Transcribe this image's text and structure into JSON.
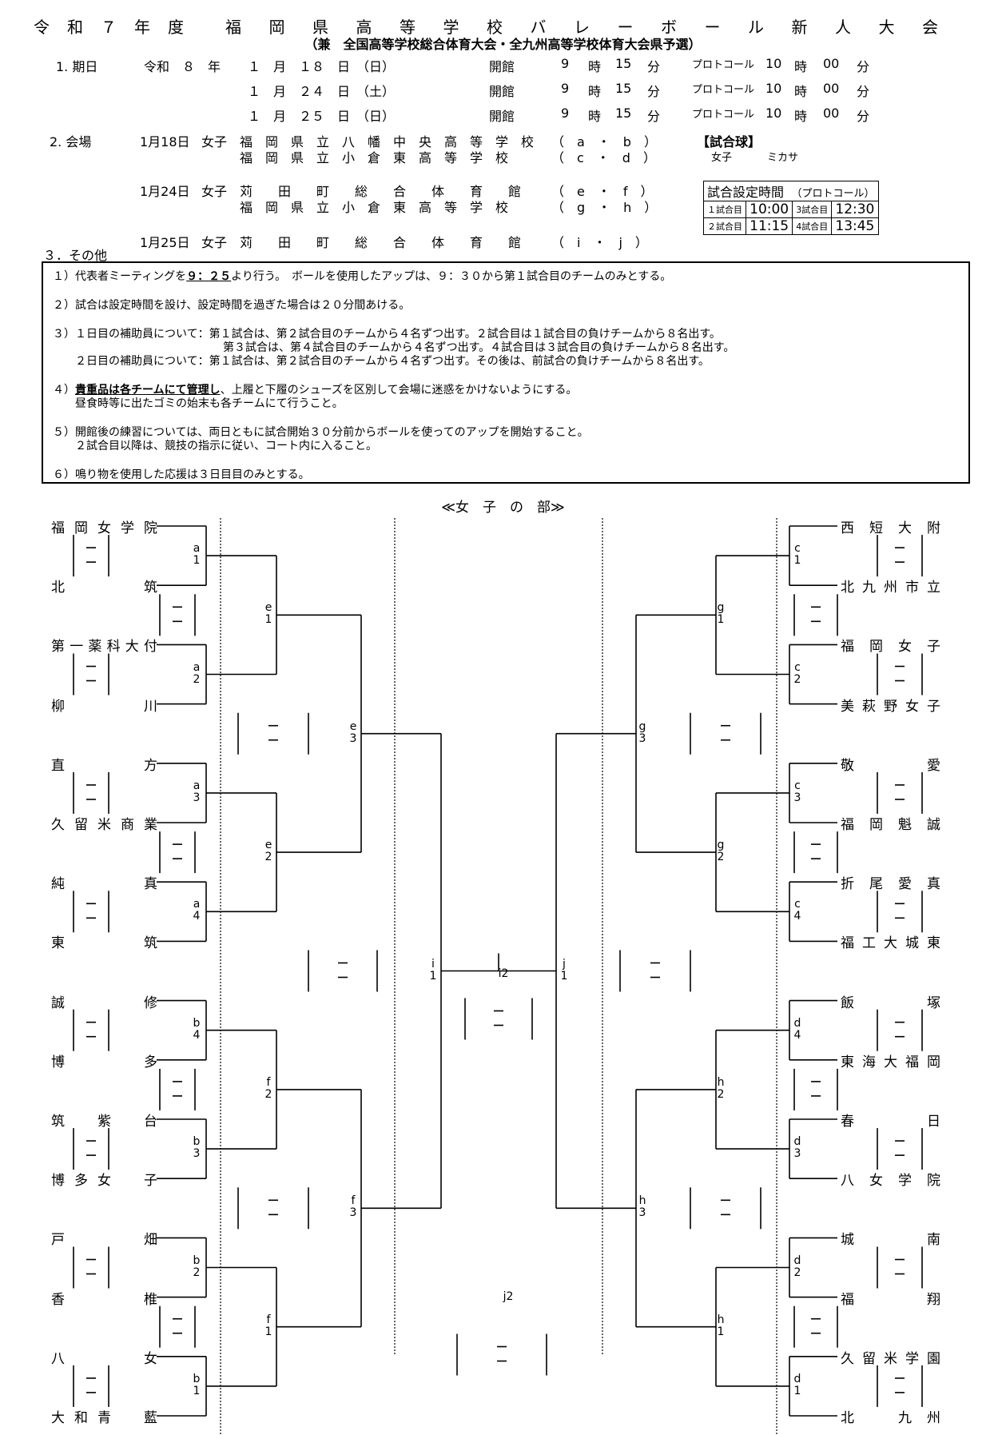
{
  "header": {
    "title_chars": [
      "令",
      "和",
      "７",
      "年",
      "度",
      "福",
      "岡",
      "県",
      "高",
      "等",
      "学",
      "校",
      "バ",
      "レ",
      "ー",
      "ボ",
      "ー",
      "ル",
      "新",
      "人",
      "大",
      "会"
    ],
    "subtitle": "（兼　全国高等学校総合体育大会・全九州高等学校体育大会県予選）"
  },
  "schedule": {
    "heading": "1. 期日",
    "era": "令和　８　年",
    "dates": [
      {
        "date": "１　月　１８　日　（日）",
        "open_label": "開館",
        "open_h": "9",
        "open_m": "15",
        "proto_label": "プロトコール",
        "proto_h": "10",
        "proto_m": "00"
      },
      {
        "date": "１　月　２４　日　（土）",
        "open_label": "開館",
        "open_h": "9",
        "open_m": "15",
        "proto_label": "プロトコール",
        "proto_h": "10",
        "proto_m": "00"
      },
      {
        "date": "１　月　２５　日　（日）",
        "open_label": "開館",
        "open_h": "9",
        "open_m": "15",
        "proto_label": "プロトコール",
        "proto_h": "10",
        "proto_m": "00"
      }
    ],
    "ji": "時",
    "fun": "分"
  },
  "venue": {
    "heading": "2. 会場",
    "rows": [
      {
        "day": "1月18日",
        "gender": "女子",
        "name": "福　岡　県　立　八　幡　中　央　高　等　学　校",
        "courts": "（　a　・　b　）"
      },
      {
        "day": "",
        "gender": "",
        "name": "福　岡　県　立　小　倉　東　高　等　学　校",
        "courts": "（　c　・　d　）"
      },
      {
        "day": "1月24日",
        "gender": "女子",
        "name": "苅　　田　　町　　総　　合　　体　　育　　館",
        "courts": "（　e　・　f　）"
      },
      {
        "day": "",
        "gender": "",
        "name": "福　岡　県　立　小　倉　東　高　等　学　校",
        "courts": "（　g　・　h　）"
      },
      {
        "day": "1月25日",
        "gender": "女子",
        "name": "苅　　田　　町　　総　　合　　体　　育　　館",
        "courts": "（　i　・　j　）"
      }
    ],
    "ball_label": "【試合球】",
    "ball_gender": "女子",
    "ball_maker": "ミカサ"
  },
  "match_times": {
    "title": "試合設定時間",
    "title_note": "（プロトコール）",
    "rows": [
      [
        {
          "label": "１試合目",
          "time": "10:00"
        },
        {
          "label": "3試合目",
          "time": "12:30"
        }
      ],
      [
        {
          "label": "２試合目",
          "time": "11:15"
        },
        {
          "label": "4試合目",
          "time": "13:45"
        }
      ]
    ]
  },
  "other": {
    "heading": "３．その他",
    "n1_pre": "１）代表者ミーティングを",
    "n1_time": "９：２５",
    "n1_post": "より行う。　ボールを使用したアップは、９：３０から第１試合目のチームのみとする。",
    "n2": "２）試合は設定時間を設け、設定時間を過ぎた場合は２０分間あける。",
    "n3a": "３）１日目の補助員について：第１試合は、第２試合目のチームから４名ずつ出す。２試合目は１試合目の負けチームから８名出す。",
    "n3b": "第３試合は、第４試合目のチームから４名ずつ出す。４試合目は３試合目の負けチームから８名出す。",
    "n3c": "２日目の補助員について：第１試合は、第２試合目のチームから４名ずつ出す。その後は、前試合の負けチームから８名出す。",
    "n4_pre": "４）",
    "n4_u": "貴重品は各チームにて管理し",
    "n4_post": "、上履と下履のシューズを区別して会場に迷惑をかけないようにする。",
    "n4b": "昼食時等に出たゴミの始末も各チームにて行うこと。",
    "n5a": "５）開館後の練習については、両日ともに試合開始３０分前からボールを使ってのアップを開始すること。",
    "n5b": "２試合目以降は、競技の指示に従い、コート内に入ること。",
    "n6": "６）鳴り物を使用した応援は３日目目のみとする。"
  },
  "division_title": "≪女　子　の　部≫",
  "teams_left": [
    [
      "福",
      "岡",
      "女",
      "学",
      "院"
    ],
    [
      "北",
      "",
      "",
      "",
      "筑"
    ],
    [
      "第",
      "一",
      "薬",
      "科",
      "大",
      "付"
    ],
    [
      "柳",
      "",
      "",
      "",
      "川"
    ],
    [
      "直",
      "",
      "",
      "",
      "方"
    ],
    [
      "久",
      "留",
      "米",
      "商",
      "業"
    ],
    [
      "純",
      "",
      "",
      "",
      "真"
    ],
    [
      "東",
      "",
      "",
      "",
      "筑"
    ],
    [
      "誠",
      "",
      "",
      "",
      "修"
    ],
    [
      "博",
      "",
      "",
      "",
      "多"
    ],
    [
      "筑",
      "",
      "紫",
      "",
      "台"
    ],
    [
      "博",
      "多",
      "女",
      "",
      "子"
    ],
    [
      "戸",
      "",
      "",
      "",
      "畑"
    ],
    [
      "香",
      "",
      "",
      "",
      "椎"
    ],
    [
      "八",
      "",
      "",
      "",
      "女"
    ],
    [
      "大",
      "和",
      "青",
      "",
      "藍"
    ]
  ],
  "teams_right": [
    [
      "西",
      "短",
      "大",
      "附"
    ],
    [
      "北",
      "九",
      "州",
      "市",
      "立"
    ],
    [
      "福",
      "岡",
      "女",
      "子"
    ],
    [
      "美",
      "萩",
      "野",
      "女",
      "子"
    ],
    [
      "敬",
      "",
      "",
      "愛"
    ],
    [
      "福",
      "岡",
      "魁",
      "誠"
    ],
    [
      "折",
      "尾",
      "愛",
      "真"
    ],
    [
      "福",
      "工",
      "大",
      "城",
      "東"
    ],
    [
      "飯",
      "",
      "",
      "塚"
    ],
    [
      "東",
      "海",
      "大",
      "福",
      "岡"
    ],
    [
      "春",
      "",
      "",
      "日"
    ],
    [
      "八",
      "女",
      "学",
      "院"
    ],
    [
      "城",
      "",
      "",
      "南"
    ],
    [
      "福",
      "",
      "",
      "翔"
    ],
    [
      "久",
      "留",
      "米",
      "学",
      "園"
    ],
    [
      "北",
      "",
      "九",
      "州"
    ]
  ],
  "match_labels": {
    "a1": [
      "a",
      "1"
    ],
    "a2": [
      "a",
      "2"
    ],
    "a3": [
      "a",
      "3"
    ],
    "a4": [
      "a",
      "4"
    ],
    "b4": [
      "b",
      "4"
    ],
    "b3": [
      "b",
      "3"
    ],
    "b2": [
      "b",
      "2"
    ],
    "b1": [
      "b",
      "1"
    ],
    "c1": [
      "c",
      "1"
    ],
    "c2": [
      "c",
      "2"
    ],
    "c3": [
      "c",
      "3"
    ],
    "c4": [
      "c",
      "4"
    ],
    "d4": [
      "d",
      "4"
    ],
    "d3": [
      "d",
      "3"
    ],
    "d2": [
      "d",
      "2"
    ],
    "d1": [
      "d",
      "1"
    ],
    "e1": [
      "e",
      "1"
    ],
    "e2": [
      "e",
      "2"
    ],
    "e3": [
      "e",
      "3"
    ],
    "f2": [
      "f",
      "2"
    ],
    "f1": [
      "f",
      "1"
    ],
    "f3": [
      "f",
      "3"
    ],
    "g1": [
      "g",
      "1"
    ],
    "g2": [
      "g",
      "2"
    ],
    "g3": [
      "g",
      "3"
    ],
    "h2": [
      "h",
      "2"
    ],
    "h1": [
      "h",
      "1"
    ],
    "h3": [
      "h",
      "3"
    ],
    "i1": [
      "i",
      "1"
    ],
    "j1": [
      "j",
      "1"
    ],
    "i2": "i2",
    "j2": "j2"
  }
}
